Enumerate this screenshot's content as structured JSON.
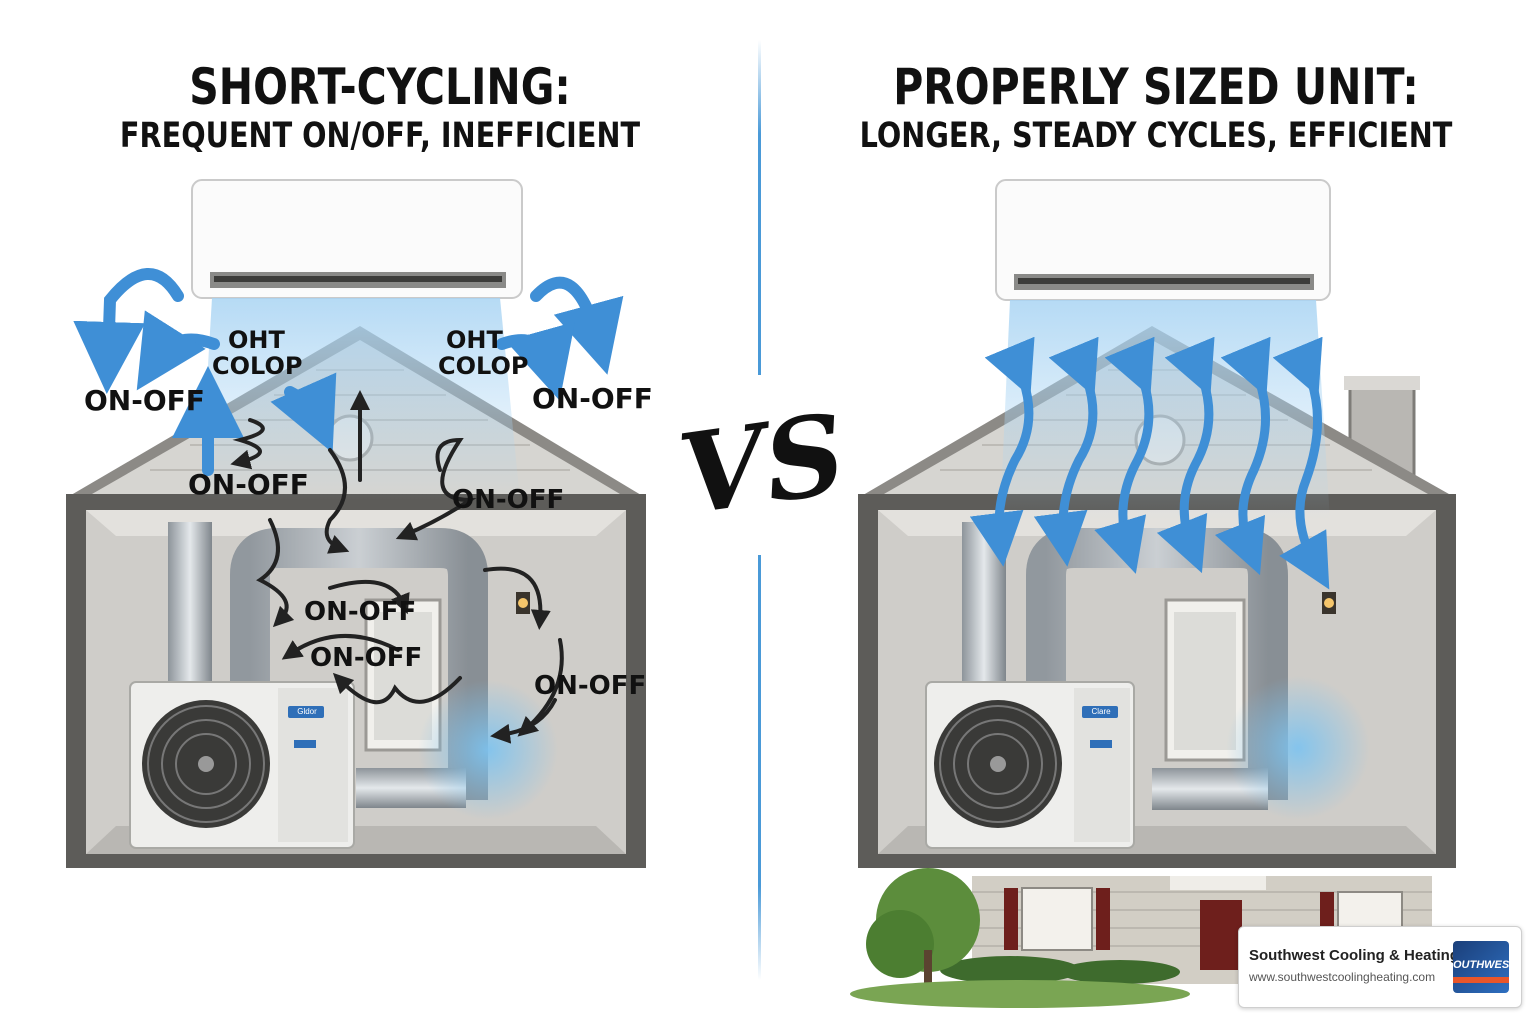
{
  "left": {
    "title": "SHORT-CYCLING:",
    "subtitle": "FREQUENT ON/OFF, INEFFICIENT",
    "labels": {
      "onoff": "ON-OFF",
      "oht": "OHT",
      "colop": "COLOP"
    },
    "unit_brand": "Gldor"
  },
  "right": {
    "title": "PROPERLY SIZED UNIT:",
    "subtitle": "LONGER, STEADY CYCLES, EFFICIENT",
    "unit_brand": "Clare"
  },
  "vs": "VS",
  "brand": {
    "name": "Southwest Cooling & Heating",
    "url": "www.southwestcoolingheating.com",
    "logo_text": "OUTHWES"
  },
  "colors": {
    "airflow_blue": "#3f8fd6",
    "divider_blue": "#4a9ad8",
    "house_wall": "#d9d7d3",
    "roof_gray": "#8a8884"
  }
}
